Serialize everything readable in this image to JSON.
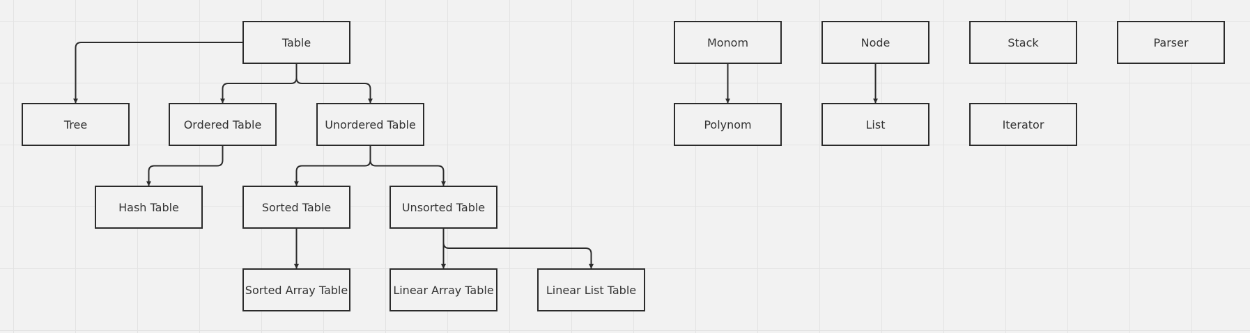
{
  "diagram": {
    "colors": {
      "background": "#f2f2f2",
      "grid": "#e3e3e3",
      "stroke": "#2b2b2b",
      "text": "#333333"
    },
    "nodes": [
      {
        "id": "table",
        "label": "Table"
      },
      {
        "id": "tree",
        "label": "Tree"
      },
      {
        "id": "ordered-table",
        "label": "Ordered Table"
      },
      {
        "id": "unordered-table",
        "label": "Unordered Table"
      },
      {
        "id": "hash-table",
        "label": "Hash Table"
      },
      {
        "id": "sorted-table",
        "label": "Sorted Table"
      },
      {
        "id": "unsorted-table",
        "label": "Unsorted Table"
      },
      {
        "id": "sorted-array-table",
        "label": "Sorted Array Table"
      },
      {
        "id": "linear-array-table",
        "label": "Linear Array Table"
      },
      {
        "id": "linear-list-table",
        "label": "Linear List Table"
      },
      {
        "id": "monom",
        "label": "Monom"
      },
      {
        "id": "polynom",
        "label": "Polynom"
      },
      {
        "id": "node",
        "label": "Node"
      },
      {
        "id": "list",
        "label": "List"
      },
      {
        "id": "stack",
        "label": "Stack"
      },
      {
        "id": "iterator",
        "label": "Iterator"
      },
      {
        "id": "parser",
        "label": "Parser"
      }
    ],
    "edges": [
      {
        "from": "table",
        "to": "tree"
      },
      {
        "from": "table",
        "to": "ordered-table"
      },
      {
        "from": "table",
        "to": "unordered-table"
      },
      {
        "from": "ordered-table",
        "to": "hash-table"
      },
      {
        "from": "unordered-table",
        "to": "sorted-table"
      },
      {
        "from": "unordered-table",
        "to": "unsorted-table"
      },
      {
        "from": "sorted-table",
        "to": "sorted-array-table"
      },
      {
        "from": "unsorted-table",
        "to": "linear-array-table"
      },
      {
        "from": "unsorted-table",
        "to": "linear-list-table"
      },
      {
        "from": "monom",
        "to": "polynom"
      },
      {
        "from": "node",
        "to": "list"
      }
    ]
  }
}
